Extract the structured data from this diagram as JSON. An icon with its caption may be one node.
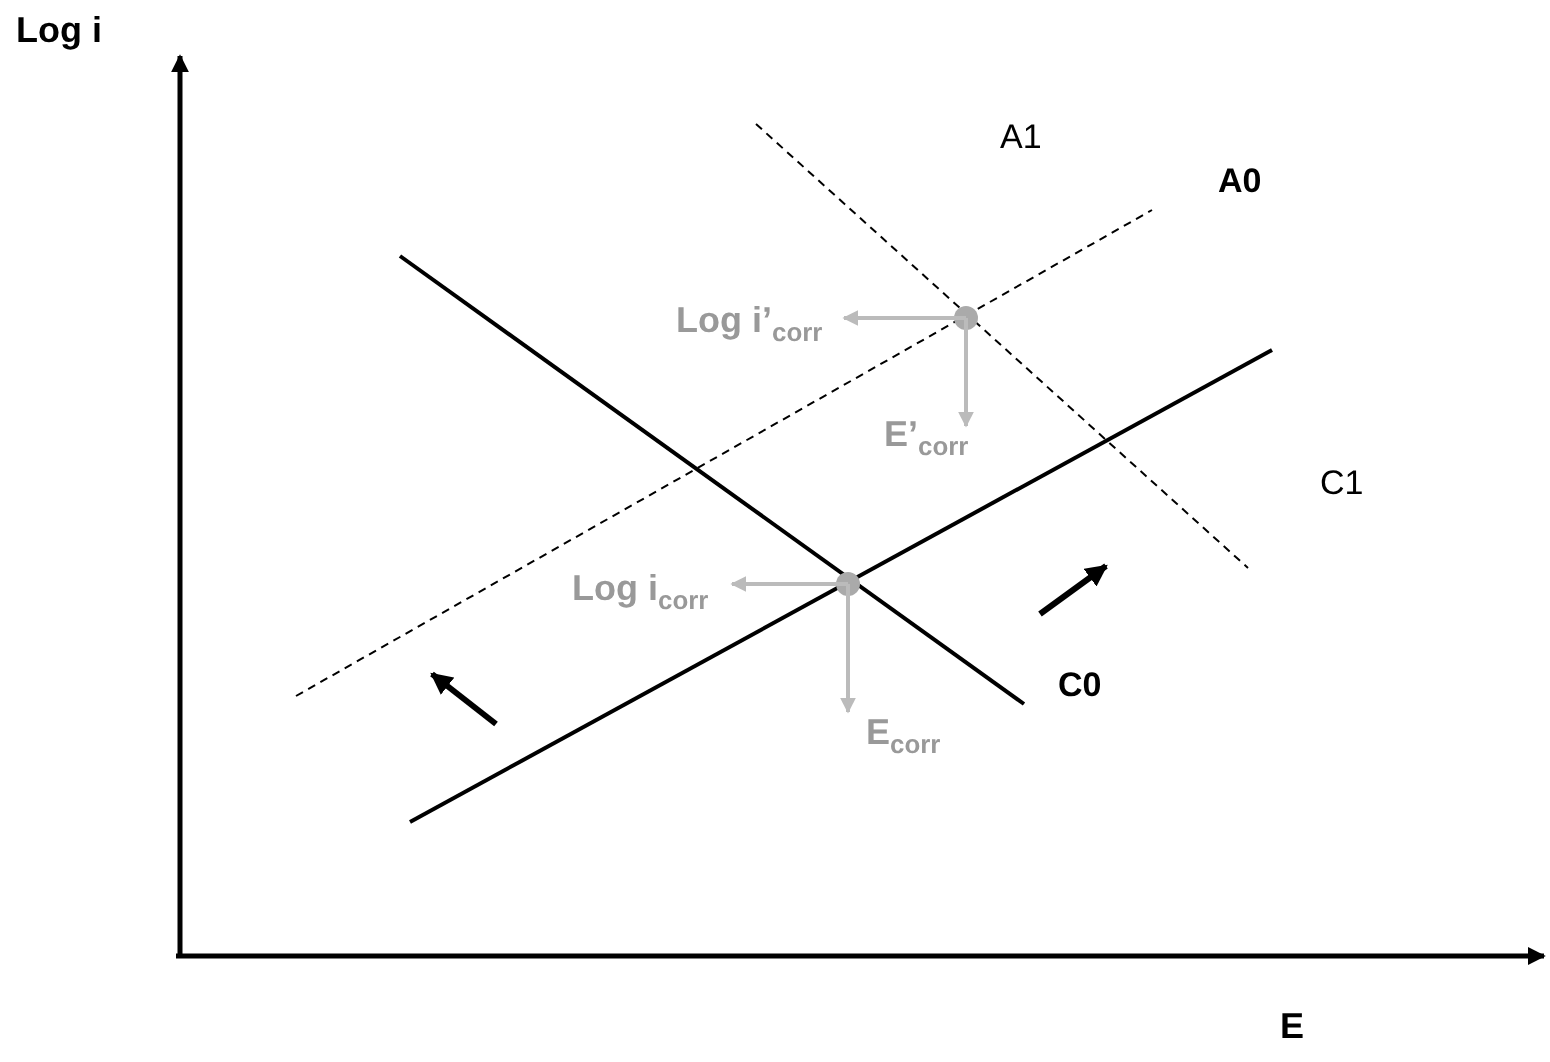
{
  "diagram": {
    "labels": [
      "Log i",
      "A1",
      "A0",
      "Log i’$_{corr}$",
      "E’$_{corr}$",
      "C1",
      "Log i$_{corr}$",
      "C0",
      "E$_{corr}$",
      "E"
    ]
  }
}
